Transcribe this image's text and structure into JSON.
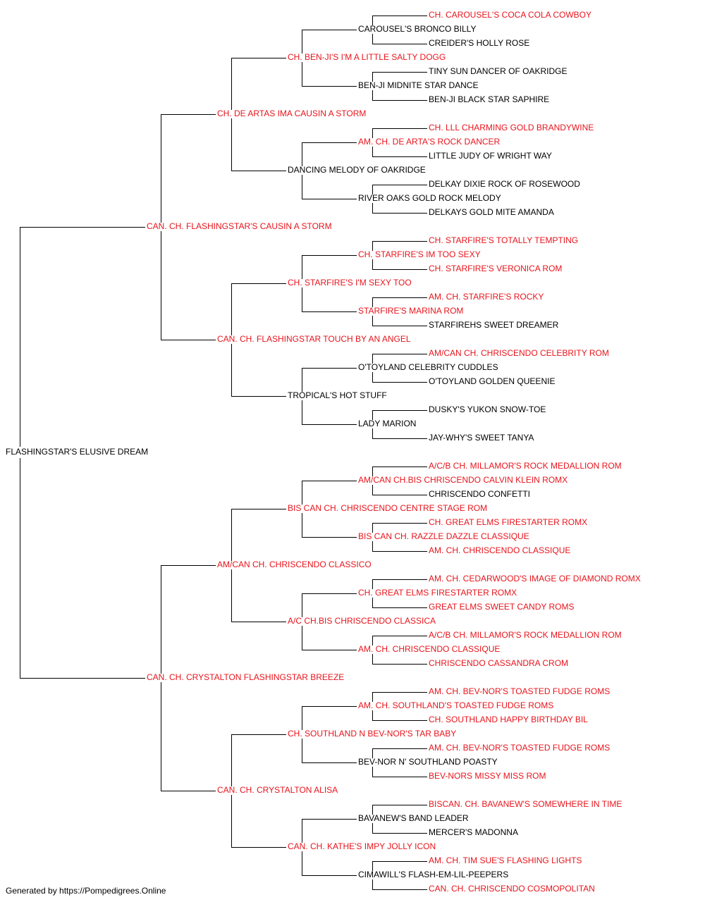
{
  "colors": {
    "champion": "#e8141c",
    "normal": "#000000",
    "line": "#000000"
  },
  "footer": "Generated by https://Pompedigrees.Online",
  "pedigree": {
    "name": "FLASHINGSTAR'S ELUSIVE DREAM",
    "champion": false,
    "sire": {
      "name": "CAN. CH. FLASHINGSTAR'S CAUSIN A STORM",
      "champion": true,
      "sire": {
        "name": "CH. DE ARTAS IMA CAUSIN A STORM",
        "champion": true,
        "sire": {
          "name": "CH. BEN-JI'S I'M A LITTLE SALTY DOGG",
          "champion": true,
          "sire": {
            "name": "CAROUSEL'S BRONCO BILLY",
            "champion": false,
            "sire": {
              "name": "CH. CAROUSEL'S COCA COLA COWBOY",
              "champion": true
            },
            "dam": {
              "name": "CREIDER'S HOLLY ROSE",
              "champion": false
            }
          },
          "dam": {
            "name": "BEN-JI MIDNITE STAR DANCE",
            "champion": false,
            "sire": {
              "name": "TINY SUN DANCER OF OAKRIDGE",
              "champion": false
            },
            "dam": {
              "name": "BEN-JI BLACK STAR SAPHIRE",
              "champion": false
            }
          }
        },
        "dam": {
          "name": "DANCING MELODY OF OAKRIDGE",
          "champion": false,
          "sire": {
            "name": "AM. CH. DE ARTA'S ROCK DANCER",
            "champion": true,
            "sire": {
              "name": "CH. LLL CHARMING GOLD BRANDYWINE",
              "champion": true
            },
            "dam": {
              "name": "LITTLE JUDY OF WRIGHT WAY",
              "champion": false
            }
          },
          "dam": {
            "name": "RIVER OAKS GOLD ROCK MELODY",
            "champion": false,
            "sire": {
              "name": "DELKAY DIXIE ROCK OF ROSEWOOD",
              "champion": false
            },
            "dam": {
              "name": "DELKAYS GOLD MITE AMANDA",
              "champion": false
            }
          }
        }
      },
      "dam": {
        "name": "CAN. CH. FLASHINGSTAR TOUCH BY AN ANGEL",
        "champion": true,
        "sire": {
          "name": "CH. STARFIRE'S I'M SEXY TOO",
          "champion": true,
          "sire": {
            "name": "CH. STARFIRE'S IM TOO SEXY",
            "champion": true,
            "sire": {
              "name": "CH. STARFIRE'S TOTALLY TEMPTING",
              "champion": true
            },
            "dam": {
              "name": "CH. STARFIRE'S VERONICA ROM",
              "champion": true
            }
          },
          "dam": {
            "name": "STARFIRE'S MARINA ROM",
            "champion": true,
            "sire": {
              "name": "AM. CH. STARFIRE'S ROCKY",
              "champion": true
            },
            "dam": {
              "name": "STARFIREHS SWEET DREAMER",
              "champion": false
            }
          }
        },
        "dam": {
          "name": "TROPICAL'S HOT STUFF",
          "champion": false,
          "sire": {
            "name": "O'TOYLAND CELEBRITY CUDDLES",
            "champion": false,
            "sire": {
              "name": "AM/CAN CH. CHRISCENDO CELEBRITY ROM",
              "champion": true
            },
            "dam": {
              "name": "O'TOYLAND GOLDEN QUEENIE",
              "champion": false
            }
          },
          "dam": {
            "name": "LADY MARION",
            "champion": false,
            "sire": {
              "name": "DUSKY'S YUKON SNOW-TOE",
              "champion": false
            },
            "dam": {
              "name": "JAY-WHY'S SWEET TANYA",
              "champion": false
            }
          }
        }
      }
    },
    "dam": {
      "name": "CAN. CH. CRYSTALTON FLASHINGSTAR BREEZE",
      "champion": true,
      "sire": {
        "name": "AM/CAN CH. CHRISCENDO CLASSICO",
        "champion": true,
        "sire": {
          "name": "BIS CAN CH. CHRISCENDO CENTRE STAGE ROM",
          "champion": true,
          "sire": {
            "name": "AM/CAN CH.BIS CHRISCENDO CALVIN KLEIN ROMX",
            "champion": true,
            "sire": {
              "name": "A/C/B CH. MILLAMOR'S ROCK MEDALLION ROM",
              "champion": true
            },
            "dam": {
              "name": "CHRISCENDO CONFETTI",
              "champion": false
            }
          },
          "dam": {
            "name": "BIS CAN CH. RAZZLE DAZZLE CLASSIQUE",
            "champion": true,
            "sire": {
              "name": "CH. GREAT ELMS FIRESTARTER ROMX",
              "champion": true
            },
            "dam": {
              "name": "AM. CH. CHRISCENDO CLASSIQUE",
              "champion": true
            }
          }
        },
        "dam": {
          "name": "A/C CH.BIS CHRISCENDO CLASSICA",
          "champion": true,
          "sire": {
            "name": "CH. GREAT ELMS FIRESTARTER ROMX",
            "champion": true,
            "sire": {
              "name": "AM. CH. CEDARWOOD'S IMAGE OF DIAMOND ROMX",
              "champion": true
            },
            "dam": {
              "name": "GREAT ELMS SWEET CANDY ROMS",
              "champion": true
            }
          },
          "dam": {
            "name": "AM. CH. CHRISCENDO CLASSIQUE",
            "champion": true,
            "sire": {
              "name": "A/C/B CH. MILLAMOR'S ROCK MEDALLION ROM",
              "champion": true
            },
            "dam": {
              "name": "CHRISCENDO CASSANDRA CROM",
              "champion": true
            }
          }
        }
      },
      "dam": {
        "name": "CAN. CH. CRYSTALTON ALISA",
        "champion": true,
        "sire": {
          "name": "CH. SOUTHLAND N BEV-NOR'S TAR BABY",
          "champion": true,
          "sire": {
            "name": "AM. CH. SOUTHLAND'S TOASTED FUDGE ROMS",
            "champion": true,
            "sire": {
              "name": "AM. CH. BEV-NOR'S TOASTED FUDGE ROMS",
              "champion": true
            },
            "dam": {
              "name": "CH. SOUTHLAND HAPPY BIRTHDAY BIL",
              "champion": true
            }
          },
          "dam": {
            "name": "BEV-NOR N' SOUTHLAND POASTY",
            "champion": false,
            "sire": {
              "name": "AM. CH. BEV-NOR'S TOASTED FUDGE ROMS",
              "champion": true
            },
            "dam": {
              "name": "BEV-NORS MISSY MISS ROM",
              "champion": true
            }
          }
        },
        "dam": {
          "name": "CAN. CH. KATHE'S IMPY JOLLY ICON",
          "champion": true,
          "sire": {
            "name": "BAVANEW'S BAND LEADER",
            "champion": false,
            "sire": {
              "name": "BISCAN. CH. BAVANEW'S SOMEWHERE IN TIME",
              "champion": true
            },
            "dam": {
              "name": "MERCER'S MADONNA",
              "champion": false
            }
          },
          "dam": {
            "name": "CIMAWILL'S FLASH-EM-LIL-PEEPERS",
            "champion": false,
            "sire": {
              "name": "AM. CH. TIM SUE'S FLASHING LIGHTS",
              "champion": true
            },
            "dam": {
              "name": "CAN. CH. CHRISCENDO COSMOPOLITAN",
              "champion": true
            }
          }
        }
      }
    }
  }
}
